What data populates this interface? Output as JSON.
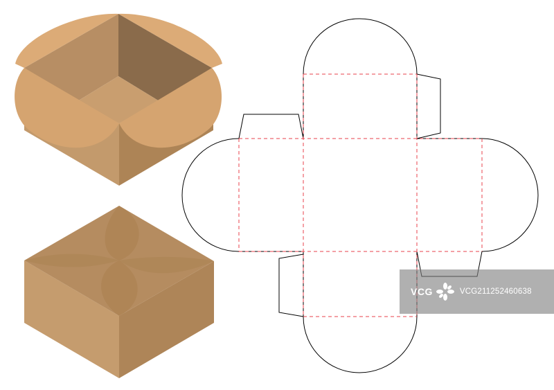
{
  "colors": {
    "flap_light": "#dcab77",
    "flap_mid": "#d5a470",
    "inner_left_wall": "#b78e64",
    "inner_right_wall": "#8a6b4b",
    "inner_floor": "#c99e6f",
    "outer_left": "#c39a6c",
    "outer_right": "#ad8456",
    "lid_top": "#b58c60",
    "lid_petal": "#a9804f",
    "lid_left": "#c59c6e",
    "lid_right": "#ae8558",
    "cut_line": "#000000",
    "fold_line": "#e8414b"
  },
  "illustrations": {
    "open_box": "open-box",
    "closed_box": "closed-box",
    "dieline": "dieline-template"
  },
  "watermark": {
    "brand": "VCG",
    "id": "VCG211252460638"
  }
}
